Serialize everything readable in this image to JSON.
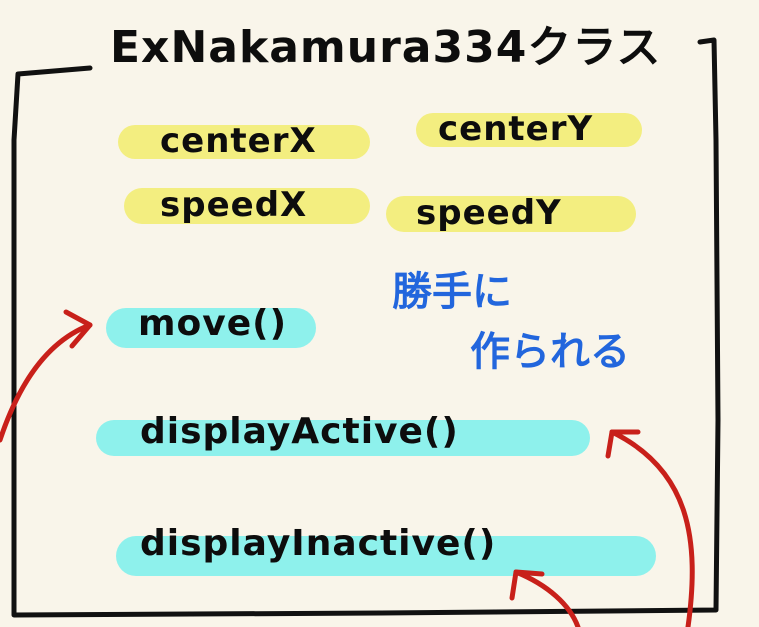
{
  "title": "ExNakamura334クラス",
  "fields": [
    "centerX",
    "centerY",
    "speedX",
    "speedY"
  ],
  "methods": [
    "move()",
    "displayActive()",
    "displayInactive()"
  ],
  "note_line1": "勝手に",
  "note_line2": "作られる",
  "colors": {
    "field_highlight": "#f3ee80",
    "method_highlight": "#8ef1ec",
    "border": "#111111",
    "note": "#2266dd",
    "arrow": "#c8201a"
  }
}
